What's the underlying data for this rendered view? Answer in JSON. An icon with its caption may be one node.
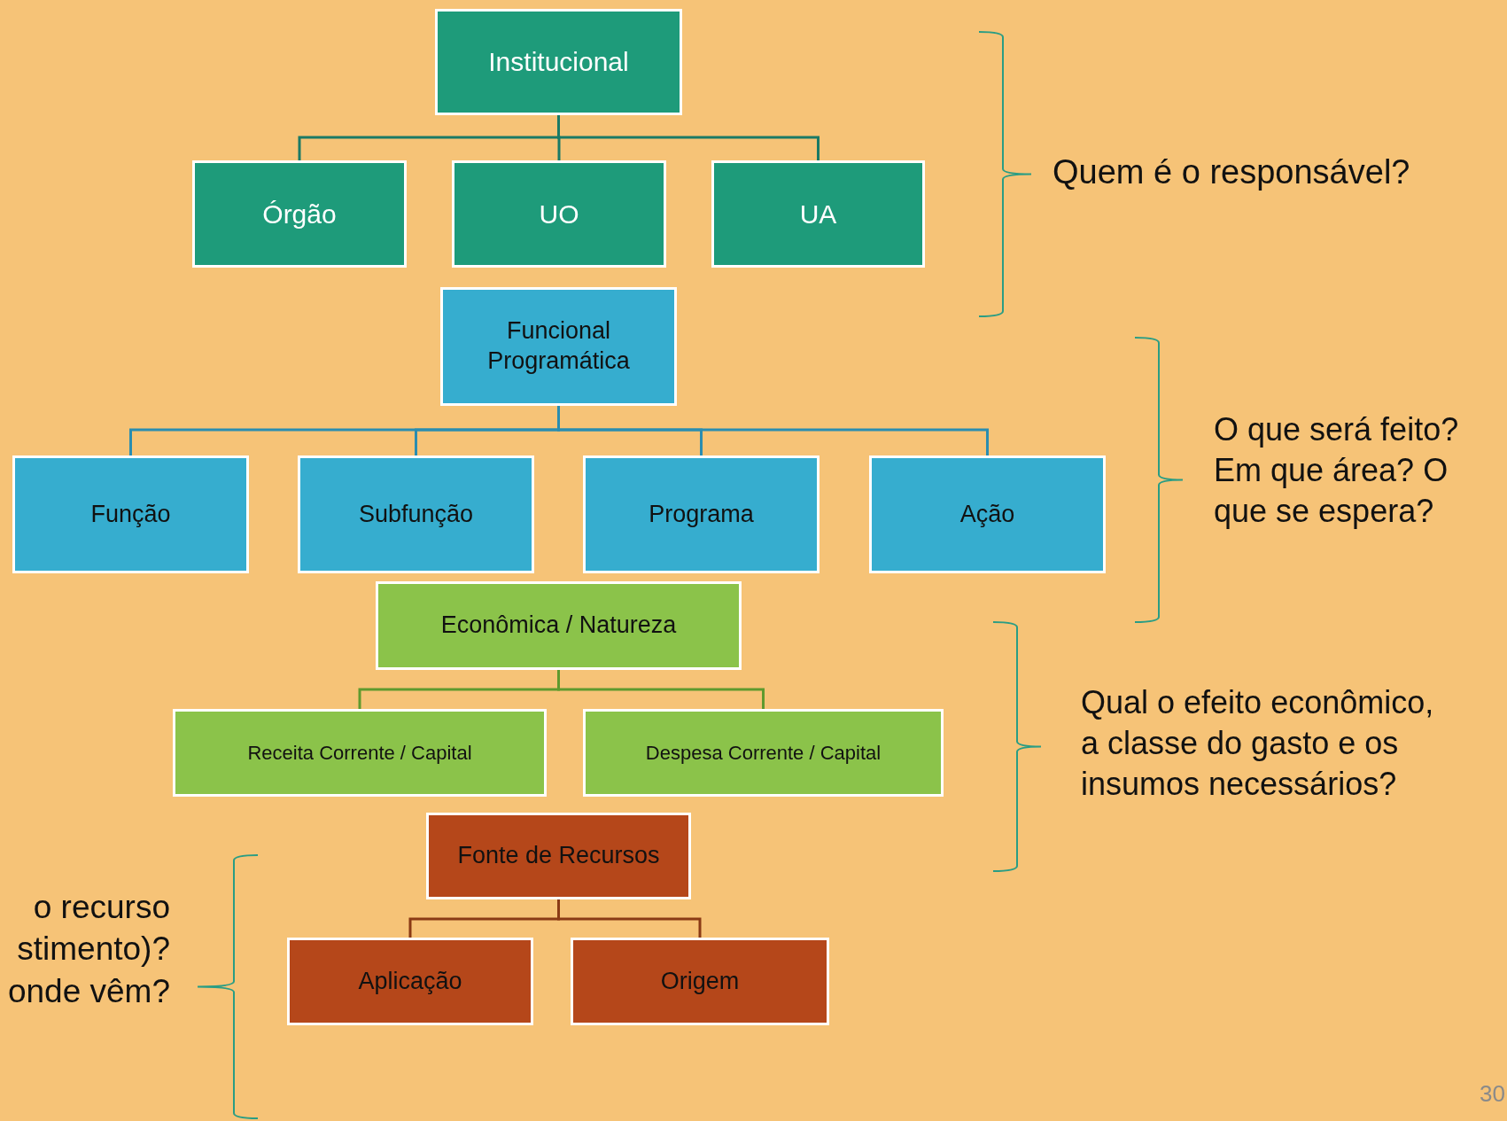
{
  "diagram": {
    "nodes": [
      {
        "text": [
          "Institucional"
        ]
      },
      {
        "text": [
          "Órgão"
        ]
      },
      {
        "text": [
          "UO"
        ]
      },
      {
        "text": [
          "UA"
        ]
      },
      {
        "text": [
          "Funcional Programática"
        ]
      },
      {
        "text": [
          "Função"
        ]
      },
      {
        "text": [
          "Subfunção"
        ]
      },
      {
        "text": [
          "Programa"
        ]
      },
      {
        "text": [
          "Ação"
        ]
      },
      {
        "text": [
          "Econômica / Natureza"
        ]
      },
      {
        "text": [
          "Receita Corrente / Capital"
        ]
      },
      {
        "text": [
          "Despesa Corrente / Capital"
        ]
      },
      {
        "text": [
          "Fonte de Recursos"
        ]
      },
      {
        "text": [
          "Aplicação"
        ]
      },
      {
        "text": [
          "Origem"
        ]
      }
    ],
    "edges": [
      {
        "from": 0,
        "to": 1,
        "arrow": "none",
        "color": "#1a7a66"
      },
      {
        "from": 0,
        "to": 2,
        "arrow": "none",
        "color": "#1a7a66"
      },
      {
        "from": 0,
        "to": 3,
        "arrow": "none",
        "color": "#1a7a66"
      },
      {
        "from": 4,
        "to": 5,
        "arrow": "none",
        "color": "#2a8db0"
      },
      {
        "from": 4,
        "to": 6,
        "arrow": "none",
        "color": "#2a8db0"
      },
      {
        "from": 4,
        "to": 7,
        "arrow": "none",
        "color": "#2a8db0"
      },
      {
        "from": 4,
        "to": 8,
        "arrow": "none",
        "color": "#2a8db0"
      },
      {
        "from": 9,
        "to": 10,
        "arrow": "none",
        "color": "#5f9a2e"
      },
      {
        "from": 9,
        "to": 11,
        "arrow": "none",
        "color": "#5f9a2e"
      },
      {
        "from": 12,
        "to": 13,
        "arrow": "none",
        "color": "#8a3a15"
      },
      {
        "from": 12,
        "to": 14,
        "arrow": "none",
        "color": "#8a3a15"
      }
    ],
    "labels": [
      "Quem é o responsável?",
      "O que será feito? Em que área? O que se espera?",
      "Qual o efeito econômico, a classe do gasto e os insumos necessários?",
      "o recurso stimento)? onde vêm?",
      "30"
    ]
  }
}
